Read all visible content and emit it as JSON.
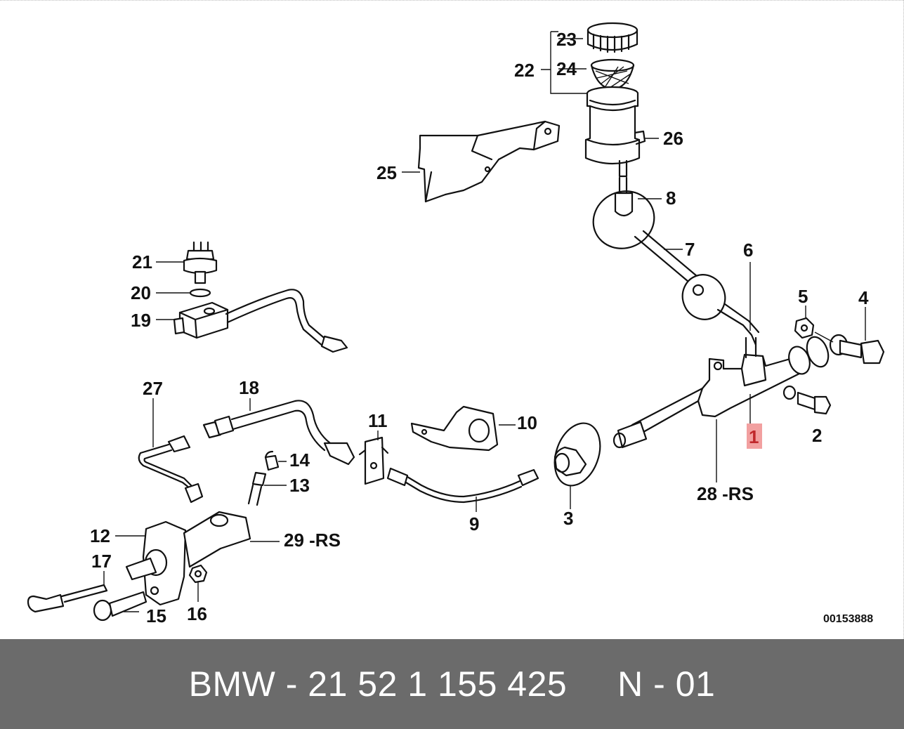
{
  "diagram": {
    "labels": {
      "l1": "1",
      "l2": "2",
      "l3": "3",
      "l4": "4",
      "l5": "5",
      "l6": "6",
      "l7": "7",
      "l8": "8",
      "l9": "9",
      "l10": "10",
      "l11": "11",
      "l12": "12",
      "l13": "13",
      "l14": "14",
      "l15": "15",
      "l16": "16",
      "l17": "17",
      "l18": "18",
      "l19": "19",
      "l20": "20",
      "l21": "21",
      "l22": "22",
      "l23": "23",
      "l24": "24",
      "l25": "25",
      "l26": "26",
      "l27": "27",
      "l28": "28 -RS",
      "l29": "29 -RS"
    },
    "highlighted_label": "1",
    "highlight_color": "#f2a0a0",
    "reference_number": "00153888"
  },
  "footer": {
    "text": "BMW - 21 52 1 155 425     N - 01",
    "background": "#6b6b6b",
    "color": "#ffffff"
  }
}
